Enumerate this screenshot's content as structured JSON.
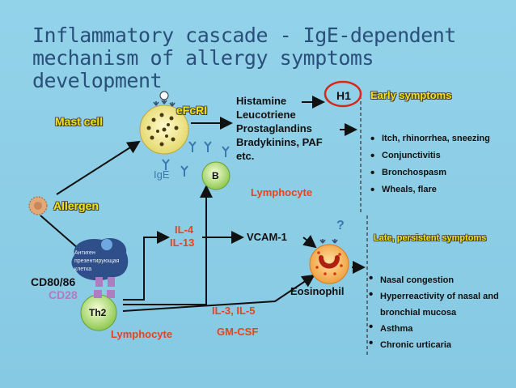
{
  "title": "Inflammatory cascade - IgE-dependent mechanism of allergy symptoms development",
  "labels": {
    "mast_cell": "Mast cell",
    "efcri": "eFcRI",
    "ige": "IgE",
    "b": "B",
    "allergen": "Allergen",
    "antigen_cell": "Антиген презентирующая клетка",
    "cd80_86": "CD80/86",
    "cd28": "CD28",
    "th2": "Th2",
    "lymphocyte_top": "Lymphocyte",
    "lymphocyte_bottom": "Lymphocyte",
    "il4": "IL-4",
    "il13": "IL-13",
    "vcam1": "VCAM-1",
    "il3_il5": "IL-3, IL-5",
    "gmcsf": "GM-CSF",
    "eosinophil": "Eosinophil",
    "h1": "H1",
    "question": "?",
    "mediators": [
      "Histamine",
      "Leucotriene",
      "Prostaglandins",
      "Bradykinins, PAF",
      "etc."
    ]
  },
  "early": {
    "heading": "Early symptoms",
    "items": [
      "Itch, rhinorrhea, sneezing",
      "Conjunctivitis",
      "Bronchospasm",
      "Wheals, flare"
    ]
  },
  "late": {
    "heading": "Late, persistent symptoms",
    "items": [
      "Nasal congestion",
      "Hyperreactivity of nasal and bronchial mucosa",
      "Asthma",
      "Chronic urticaria"
    ]
  },
  "colors": {
    "background": "#8ecfe6",
    "title": "#2a4f7a",
    "accent_red": "#e8431e",
    "yellow": "#f5e400"
  }
}
